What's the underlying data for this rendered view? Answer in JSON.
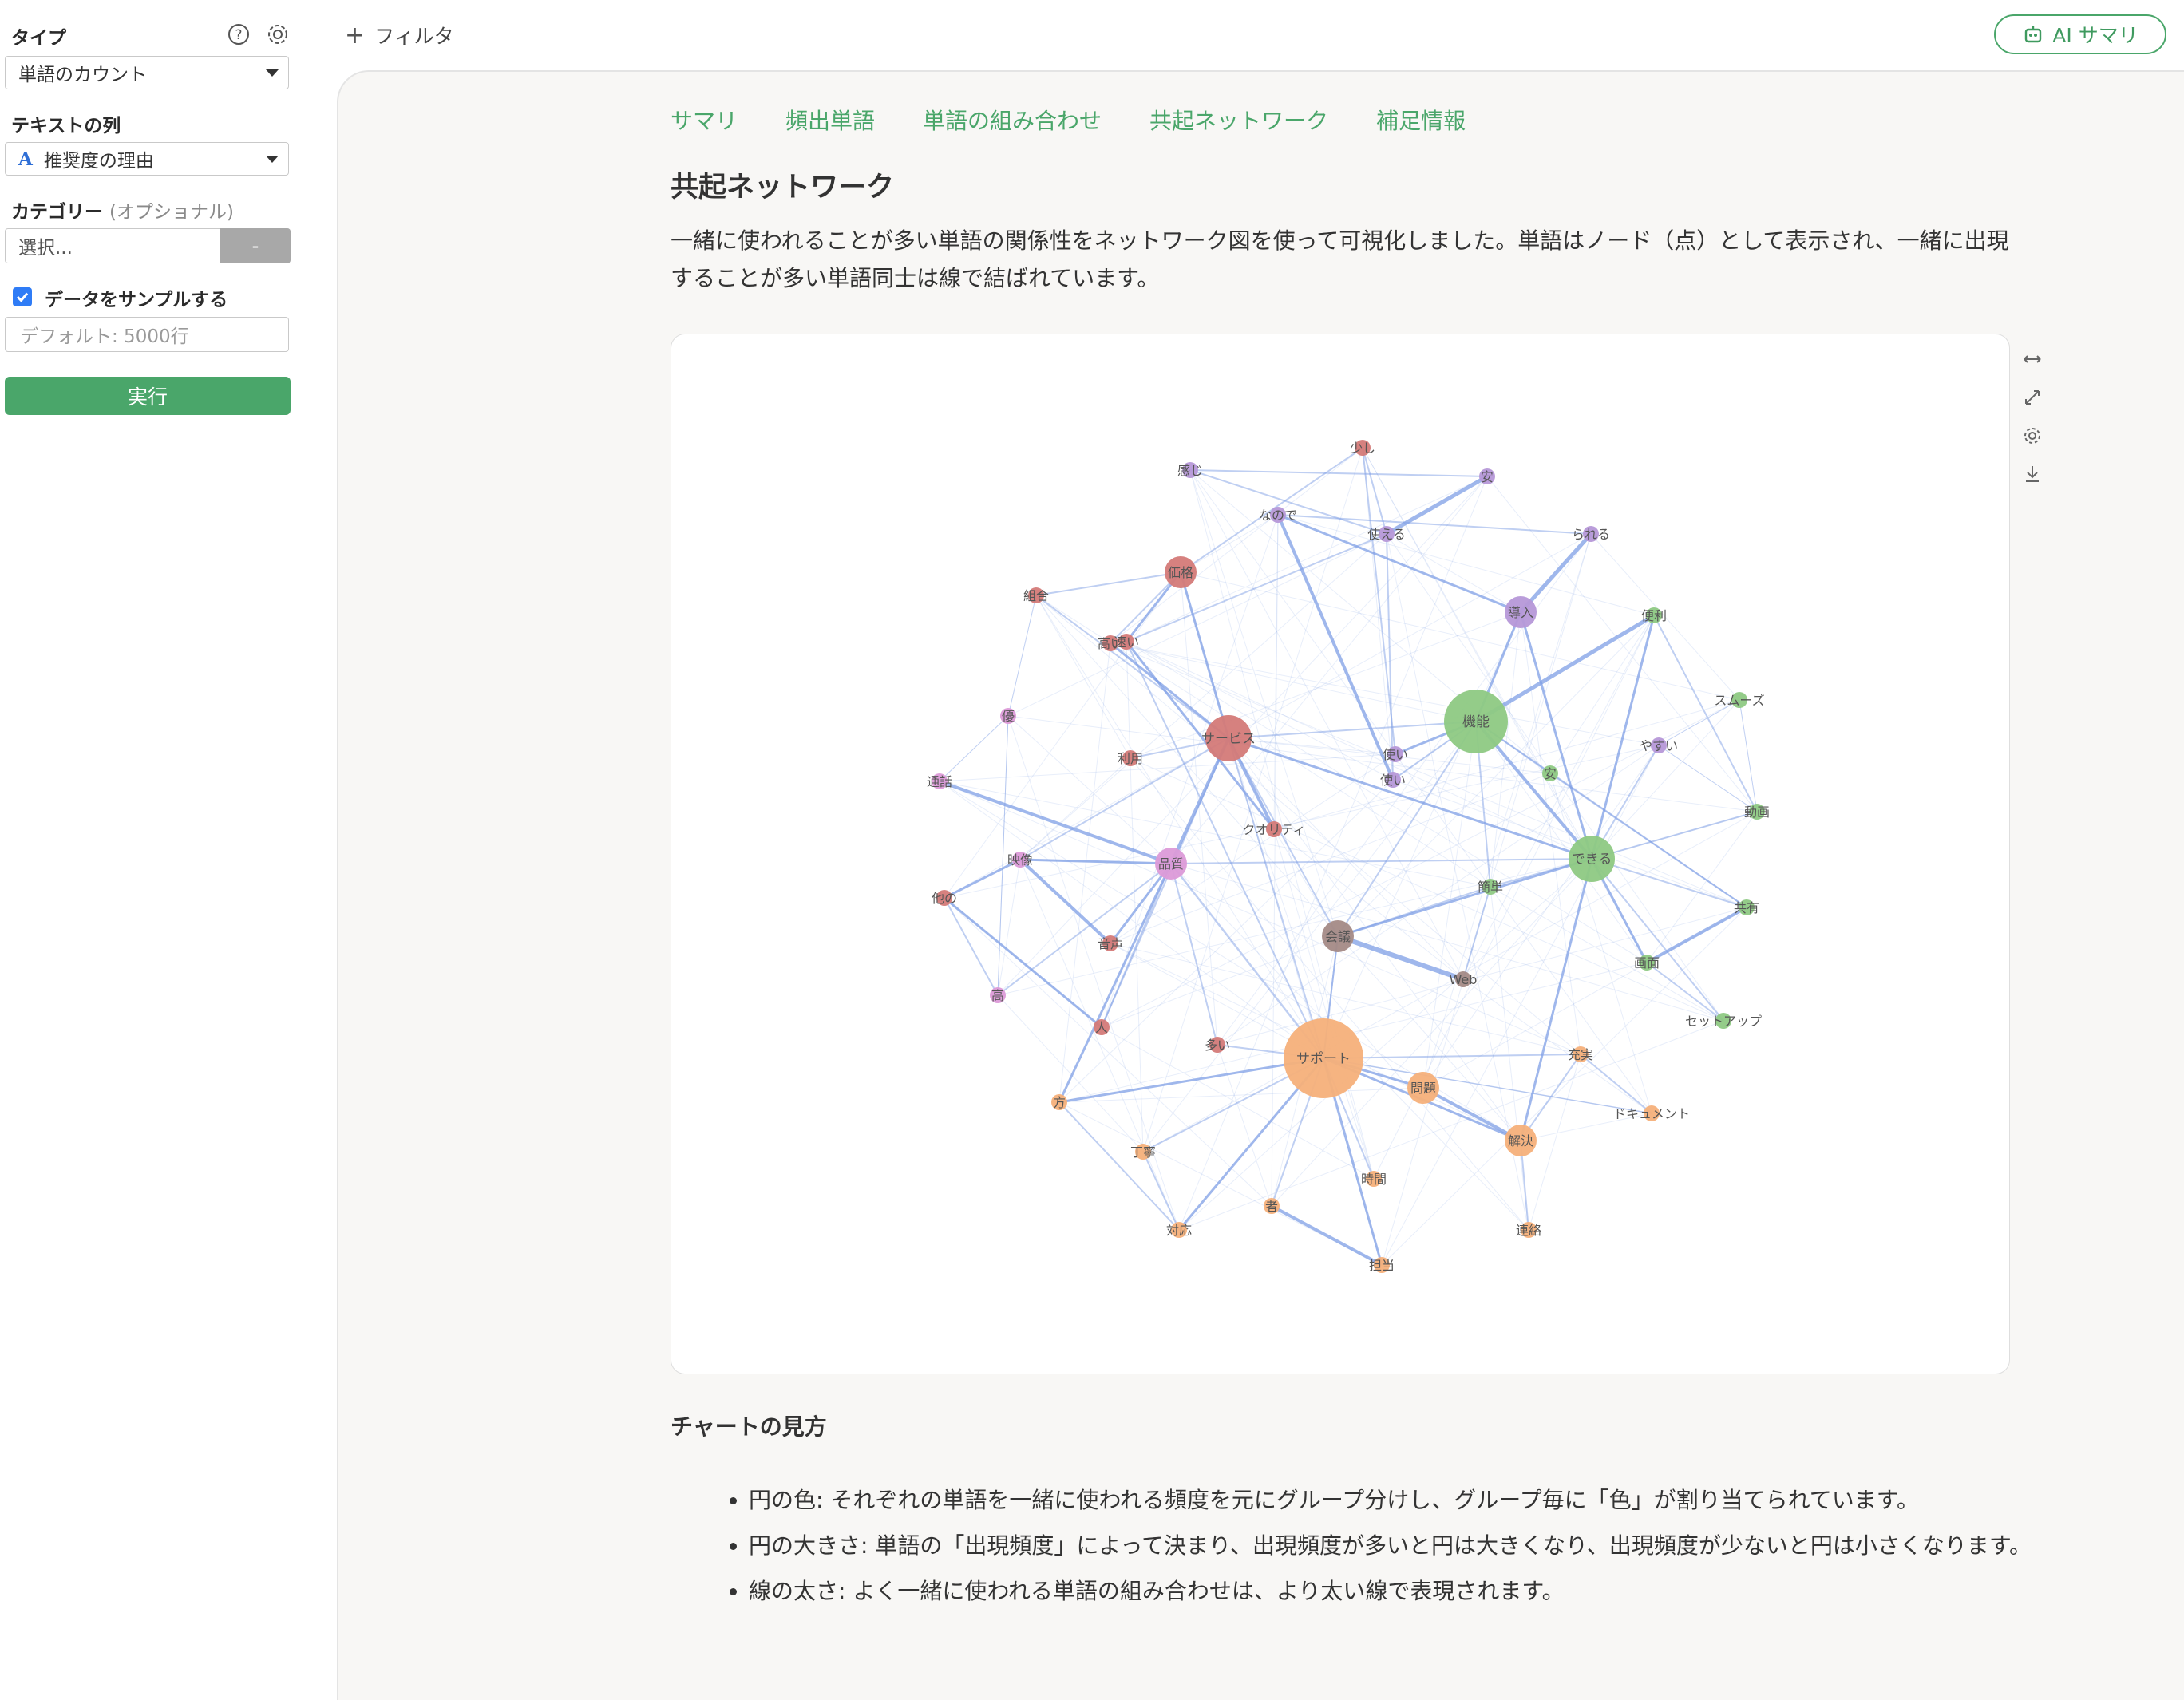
{
  "sidebar": {
    "type_label": "タイプ",
    "type_value": "単語のカウント",
    "text_column_label": "テキストの列",
    "text_column_value": "推奨度の理由",
    "text_column_icon": "A",
    "category_label": "カテゴリー",
    "category_optional": "(オプショナル)",
    "category_placeholder": "選択...",
    "category_button": "-",
    "sample_checked": true,
    "sample_label": "データをサンプルする",
    "sample_placeholder": "デフォルト: 5000行",
    "run_label": "実行"
  },
  "topbar": {
    "filter_label": "フィルタ",
    "ai_label": "AI サマリ"
  },
  "tabs": [
    {
      "label": "サマリ"
    },
    {
      "label": "頻出単語"
    },
    {
      "label": "単語の組み合わせ"
    },
    {
      "label": "共起ネットワーク"
    },
    {
      "label": "補足情報"
    }
  ],
  "content": {
    "title": "共起ネットワーク",
    "description": "一緒に使われることが多い単語の関係性をネットワーク図を使って可視化しました。単語はノード（点）として表示され、一緒に出現することが多い単語同士は線で結ばれています。",
    "guide_title": "チャートの見方",
    "guide_items": [
      "円の色: それぞれの単語を一緒に使われる頻度を元にグループ分けし、グループ毎に「色」が割り当てられています。",
      "円の大きさ: 単語の「出現頻度」によって決まり、出現頻度が多いと円は大きくなり、出現頻度が少ないと円は小さくなります。",
      "線の太さ: よく一緒に使われる単語の組み合わせは、より太い線で表現されます。"
    ]
  },
  "colors": {
    "accent_green": "#4aa66a",
    "group_red": "#d47a78",
    "group_purple": "#b698d8",
    "group_green": "#8ec983",
    "group_orange": "#f5b07a",
    "group_pink": "#dc9ad8",
    "group_brown": "#a48a86",
    "edge_blue": "#7f9fe6"
  },
  "chart_data": {
    "type": "network",
    "nodes": [
      {
        "id": "サポート",
        "group": "orange",
        "size": 50
      },
      {
        "id": "機能",
        "group": "green",
        "size": 40
      },
      {
        "id": "サービス",
        "group": "red",
        "size": 29
      },
      {
        "id": "できる",
        "group": "green",
        "size": 29
      },
      {
        "id": "会議",
        "group": "brown",
        "size": 20
      },
      {
        "id": "品質",
        "group": "pink",
        "size": 20
      },
      {
        "id": "価格",
        "group": "red",
        "size": 20
      },
      {
        "id": "導入",
        "group": "purple",
        "size": 20
      },
      {
        "id": "問題",
        "group": "orange",
        "size": 20
      },
      {
        "id": "解決",
        "group": "orange",
        "size": 20
      },
      {
        "id": "少し",
        "group": "red",
        "size": 10
      },
      {
        "id": "感じ",
        "group": "purple",
        "size": 10
      },
      {
        "id": "安",
        "group": "purple",
        "size": 10
      },
      {
        "id": "なので",
        "group": "purple",
        "size": 10
      },
      {
        "id": "使える",
        "group": "purple",
        "size": 10
      },
      {
        "id": "られる",
        "group": "purple",
        "size": 10
      },
      {
        "id": "組合",
        "group": "red",
        "size": 10
      },
      {
        "id": "高い",
        "group": "red",
        "size": 10
      },
      {
        "id": "使い",
        "group": "purple",
        "size": 10
      },
      {
        "id": "速い",
        "group": "red",
        "size": 10
      },
      {
        "id": "便利",
        "group": "green",
        "size": 10
      },
      {
        "id": "優",
        "group": "pink",
        "size": 10
      },
      {
        "id": "スムーズ",
        "group": "green",
        "size": 10
      },
      {
        "id": "利用",
        "group": "red",
        "size": 10
      },
      {
        "id": "やすい",
        "group": "purple",
        "size": 10
      },
      {
        "id": "通話",
        "group": "pink",
        "size": 10
      },
      {
        "id": "使い",
        "group": "purple",
        "size": 10
      },
      {
        "id": "安",
        "group": "green",
        "size": 10
      },
      {
        "id": "動画",
        "group": "green",
        "size": 10
      },
      {
        "id": "クオリティ",
        "group": "red",
        "size": 10
      },
      {
        "id": "映像",
        "group": "pink",
        "size": 10
      },
      {
        "id": "他の",
        "group": "red",
        "size": 10
      },
      {
        "id": "簡単",
        "group": "green",
        "size": 10
      },
      {
        "id": "共有",
        "group": "green",
        "size": 10
      },
      {
        "id": "音声",
        "group": "red",
        "size": 10
      },
      {
        "id": "画面",
        "group": "green",
        "size": 10
      },
      {
        "id": "Web",
        "group": "brown",
        "size": 10
      },
      {
        "id": "高",
        "group": "pink",
        "size": 10
      },
      {
        "id": "人",
        "group": "red",
        "size": 10
      },
      {
        "id": "セットアップ",
        "group": "green",
        "size": 10
      },
      {
        "id": "多い",
        "group": "red",
        "size": 10
      },
      {
        "id": "充実",
        "group": "orange",
        "size": 10
      },
      {
        "id": "方",
        "group": "orange",
        "size": 10
      },
      {
        "id": "ドキュメント",
        "group": "orange",
        "size": 10
      },
      {
        "id": "丁寧",
        "group": "orange",
        "size": 10
      },
      {
        "id": "時間",
        "group": "orange",
        "size": 10
      },
      {
        "id": "対応",
        "group": "orange",
        "size": 10
      },
      {
        "id": "者",
        "group": "orange",
        "size": 10
      },
      {
        "id": "連絡",
        "group": "orange",
        "size": 10
      },
      {
        "id": "担当",
        "group": "orange",
        "size": 10
      }
    ]
  }
}
